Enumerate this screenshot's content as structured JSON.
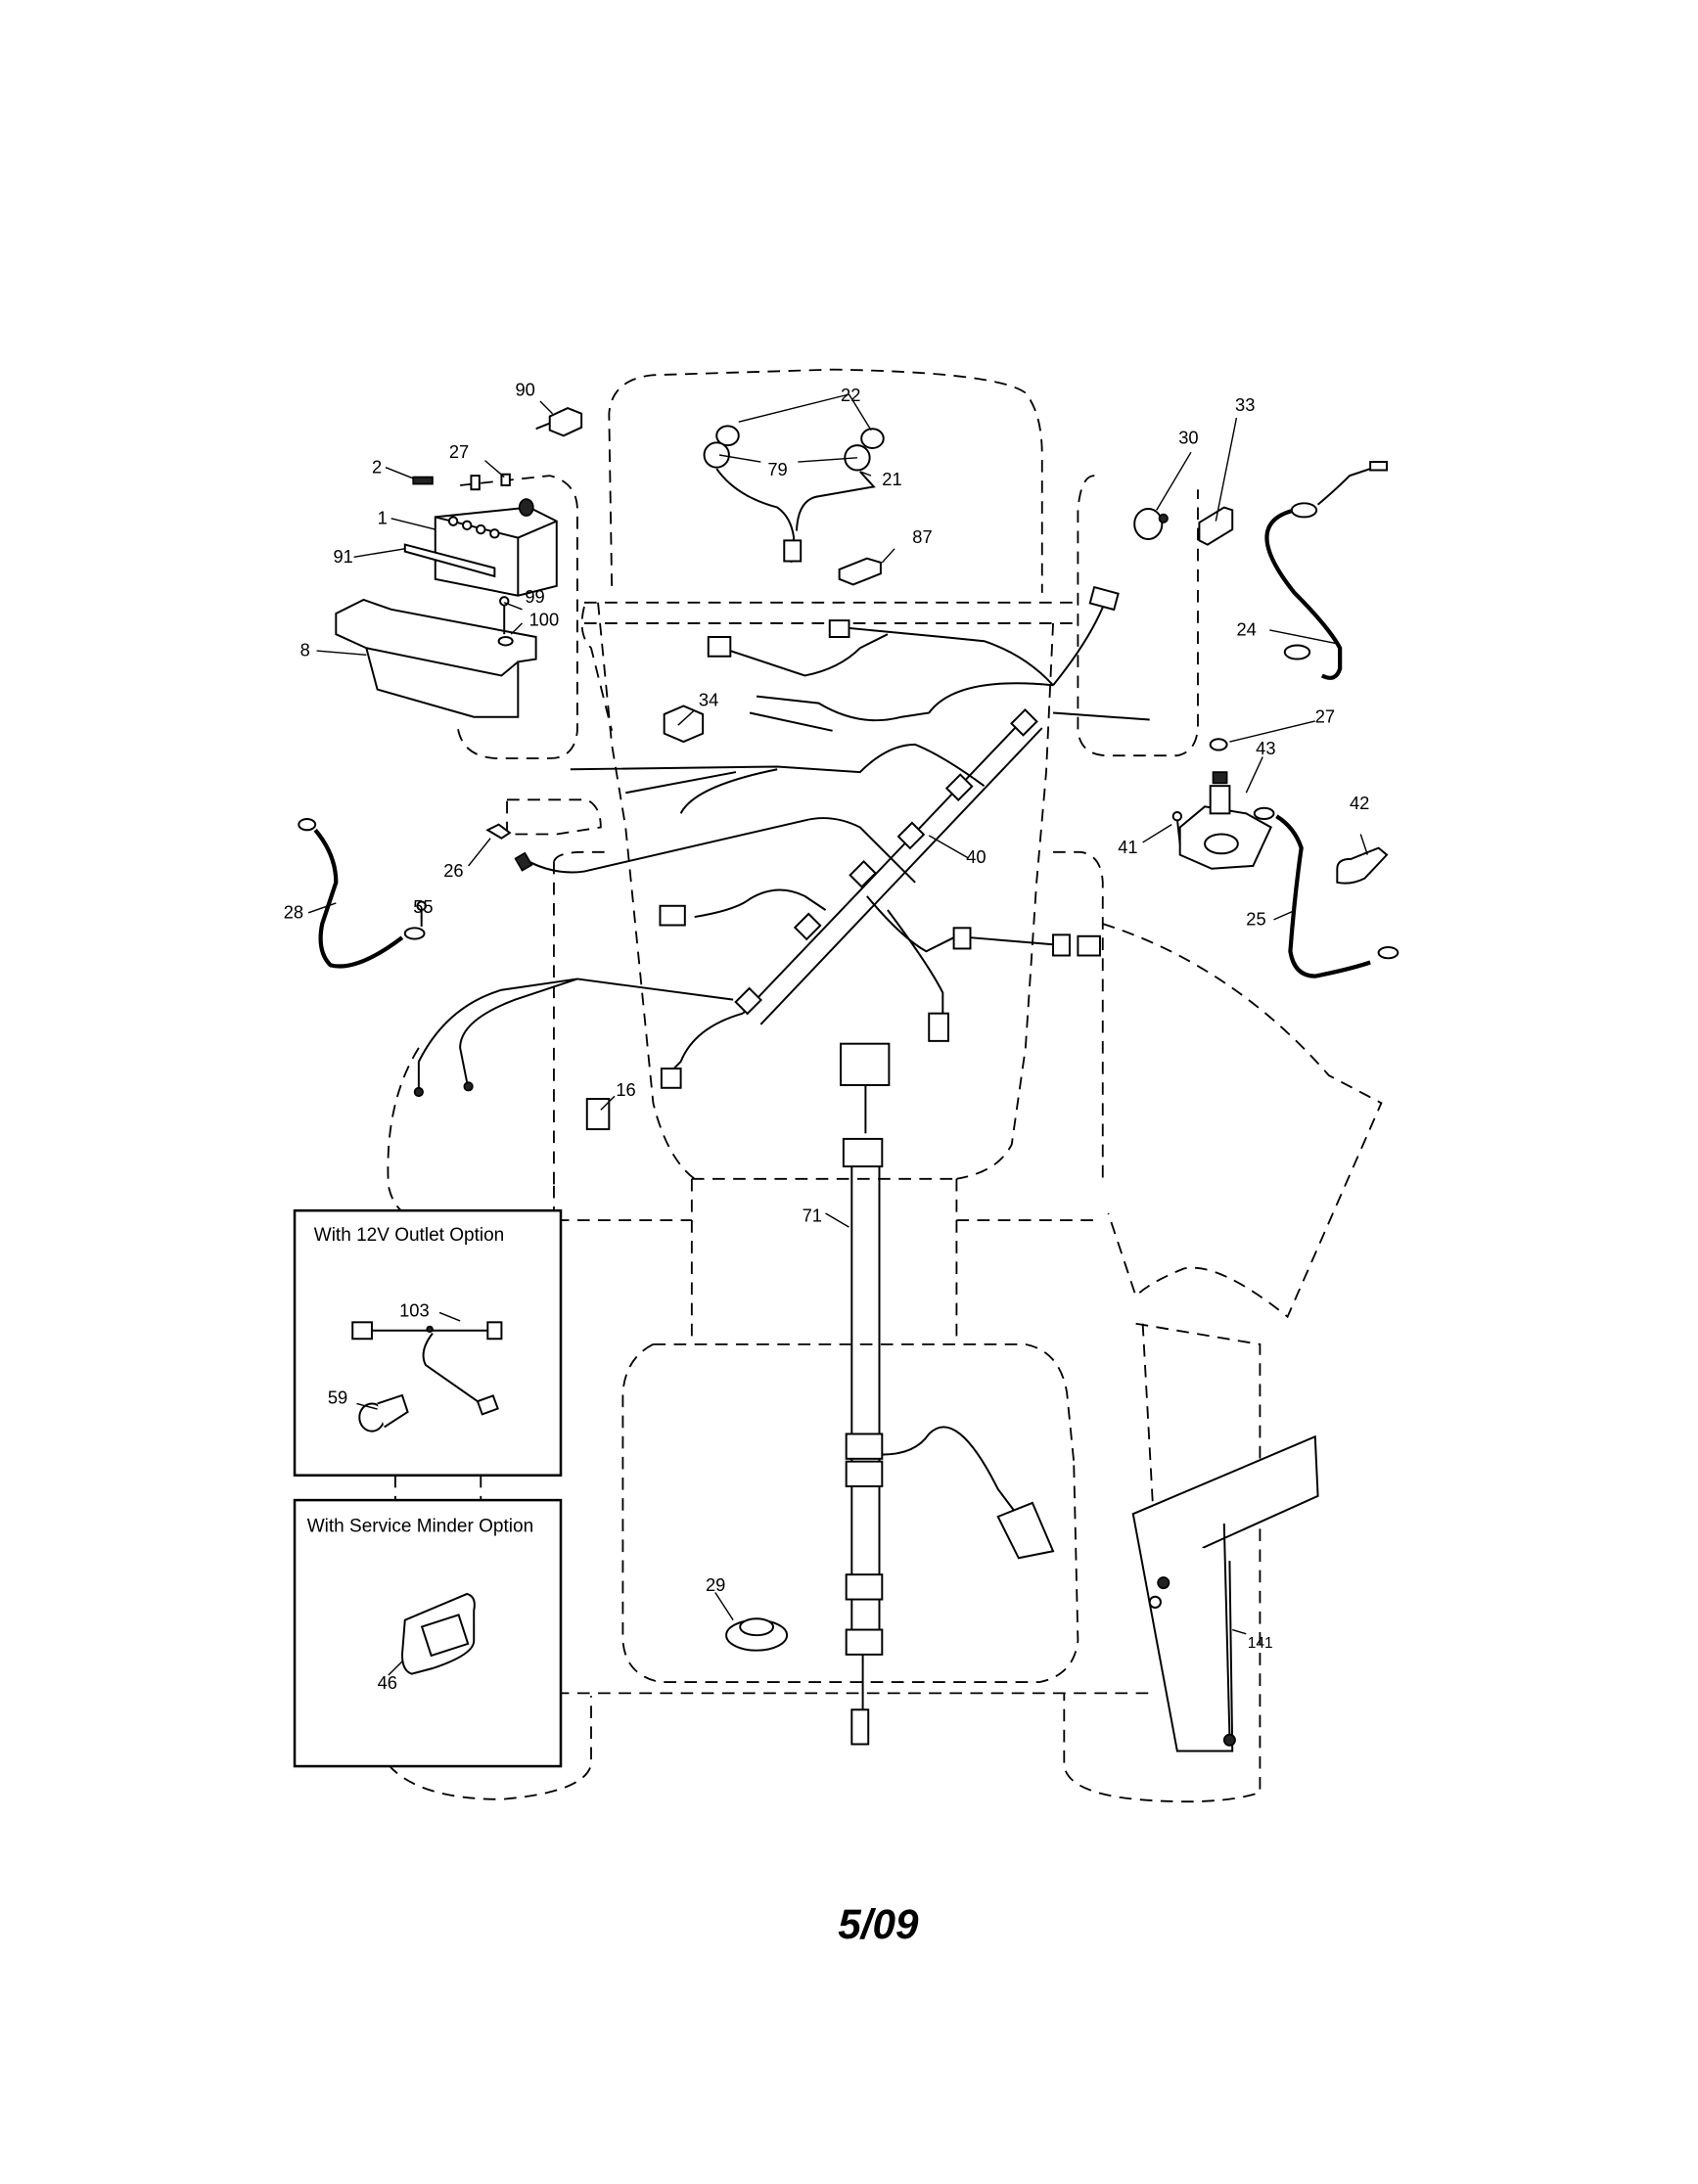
{
  "diagram": {
    "type": "exploded parts diagram - electrical system",
    "revision_date": "5/09",
    "callouts": {
      "c1": "1",
      "c2": "2",
      "c8": "8",
      "c16": "16",
      "c21": "21",
      "c22": "22",
      "c24": "24",
      "c25": "25",
      "c26": "26",
      "c27a": "27",
      "c27b": "27",
      "c28": "28",
      "c29": "29",
      "c30": "30",
      "c33": "33",
      "c34": "34",
      "c40": "40",
      "c41": "41",
      "c42": "42",
      "c43": "43",
      "c46": "46",
      "c55": "55",
      "c59": "59",
      "c71": "71",
      "c79": "79",
      "c87": "87",
      "c90": "90",
      "c91": "91",
      "c99": "99",
      "c100": "100",
      "c103": "103",
      "c141": "141"
    },
    "option_boxes": {
      "outlet": {
        "title": "With 12V Outlet Option"
      },
      "service_minder": {
        "title": "With Service Minder Option"
      }
    }
  }
}
